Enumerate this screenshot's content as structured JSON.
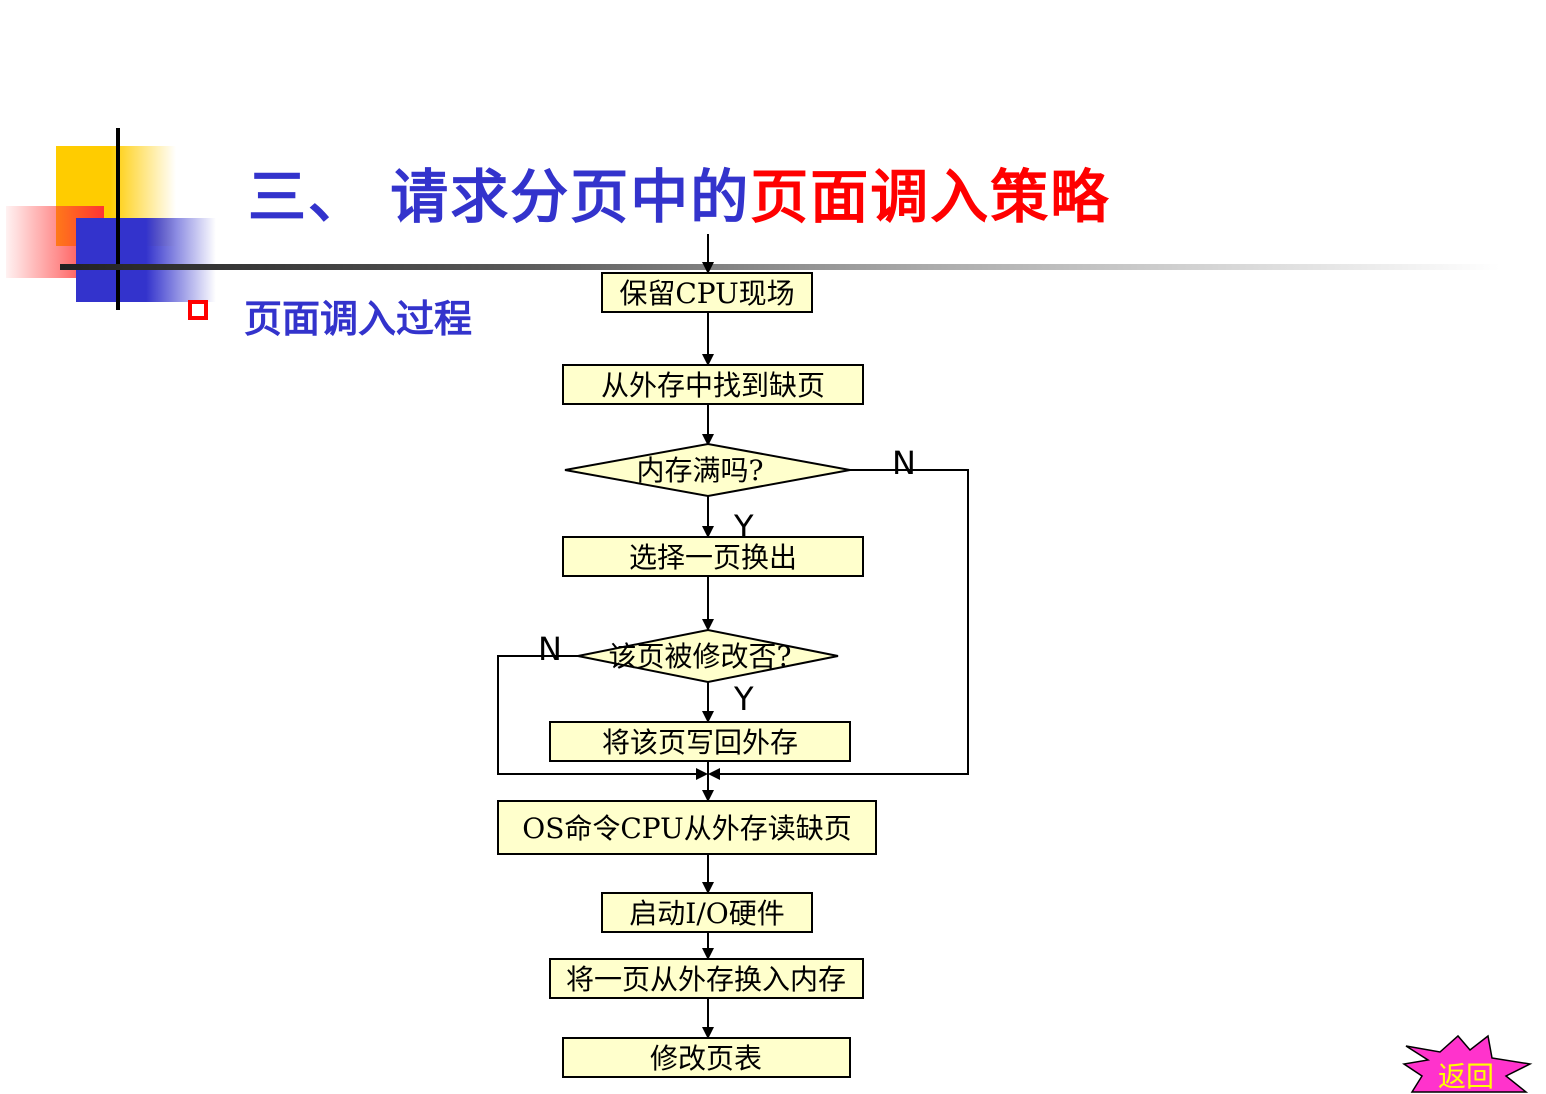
{
  "title": {
    "part1": "三、 请求分页中的",
    "part2": "页面调入策略"
  },
  "subtitle": "页面调入过程",
  "flowchart": {
    "save_cpu": "保留CPU现场",
    "find_page": "从外存中找到缺页",
    "memory_full": "内存满吗?",
    "select_page": "选择一页换出",
    "page_modified": "该页被修改否?",
    "write_back": "将该页写回外存",
    "os_command": "OS命令CPU从外存读缺页",
    "start_io": "启动I/O硬件",
    "swap_in": "将一页从外存换入内存",
    "update_table": "修改页表",
    "label_n1": "N",
    "label_y1": "Y",
    "label_n2": "N",
    "label_y2": "Y"
  },
  "return_button": "返回",
  "colors": {
    "title_blue": "#3333cc",
    "title_red": "#ff0000",
    "node_fill": "#ffffcc",
    "return_fill": "#ff33cc"
  }
}
